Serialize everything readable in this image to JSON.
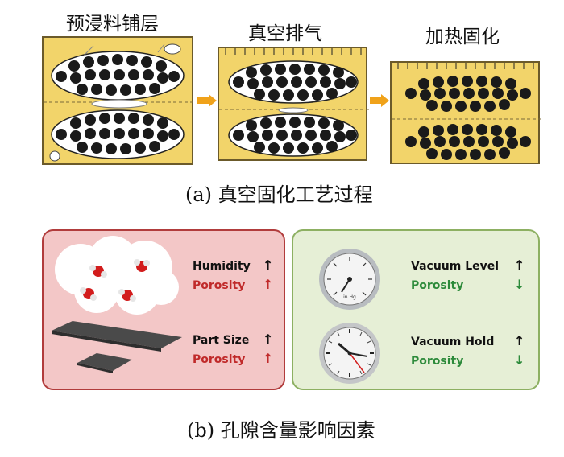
{
  "top": {
    "stage1": "预浸料铺层",
    "stage2": "真空排气",
    "stage3": "加热固化",
    "caption": "(a) 真空固化工艺过程"
  },
  "bottom": {
    "caption": "(b) 孔隙含量影响因素",
    "left": {
      "humidity": {
        "label": "Humidity",
        "trend": "↑"
      },
      "porosity1": {
        "label": "Porosity",
        "trend": "↑"
      },
      "part_size": {
        "label": "Part Size",
        "trend": "↑"
      },
      "porosity2": {
        "label": "Porosity",
        "trend": "↑"
      }
    },
    "right": {
      "vacuum_level": {
        "label": "Vacuum Level",
        "trend": "↑"
      },
      "porosity1": {
        "label": "Porosity",
        "trend": "↓"
      },
      "vacuum_hold": {
        "label": "Vacuum Hold",
        "trend": "↑"
      },
      "porosity2": {
        "label": "Porosity",
        "trend": "↓"
      },
      "gauge_unit": "in Hg"
    }
  },
  "colors": {
    "panel_fill": "#f2d46a",
    "arrow": "#f0a21a",
    "red_box": "#f3c7c7",
    "green_box": "#e6efd6",
    "porosity_up": "#c02a2a",
    "porosity_down": "#2c8a3a"
  }
}
